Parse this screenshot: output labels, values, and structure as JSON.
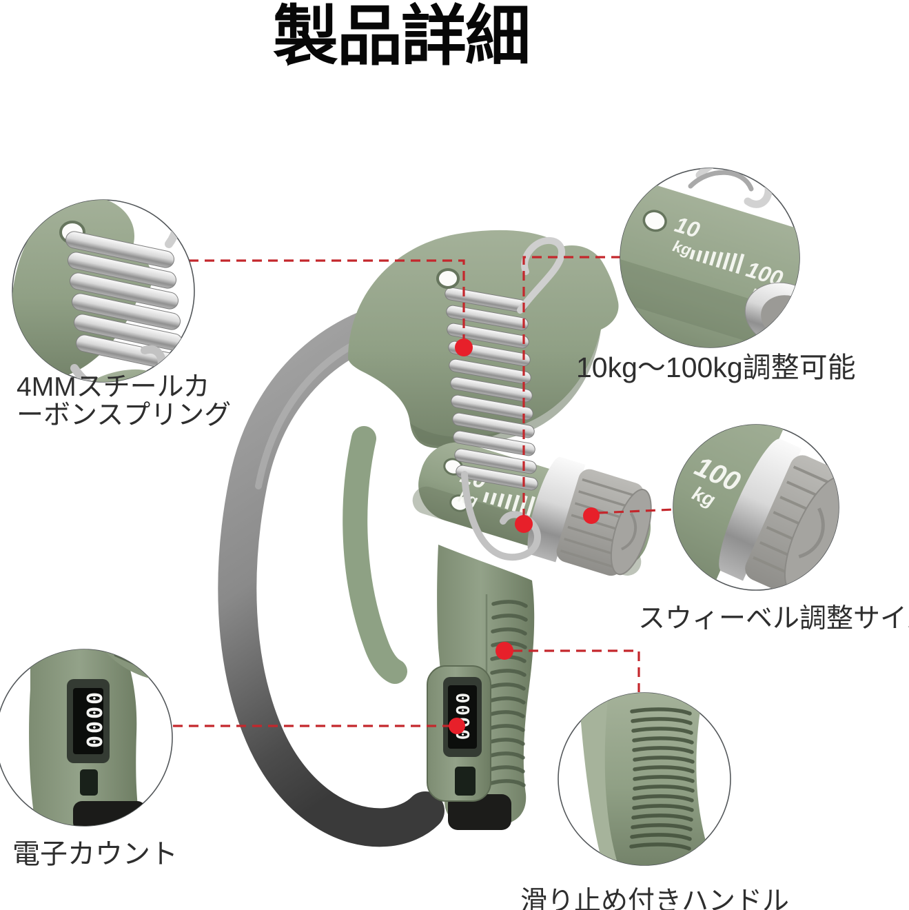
{
  "page": {
    "title": "製品詳細"
  },
  "product": {
    "scale": {
      "min_value": "10",
      "max_value": "100",
      "unit": "kg"
    },
    "counter_value": "0000"
  },
  "callouts": {
    "spring": {
      "line1": "4MMスチールカ",
      "line2": "ーボンスプリング"
    },
    "range": {
      "label": "10kg〜100kg調整可能"
    },
    "swivel": {
      "label": "スウィーベル調整サイズ"
    },
    "counter": {
      "label": "電子カウント"
    },
    "grip": {
      "label": "滑り止め付きハンドル"
    }
  },
  "colors": {
    "body_green": "#93a289",
    "handle_gray": "#7a7a7a",
    "accent_red": "#c4272c",
    "dot_red": "#e7202a",
    "text_dark": "#2e2e2e",
    "title_black": "#070707"
  }
}
